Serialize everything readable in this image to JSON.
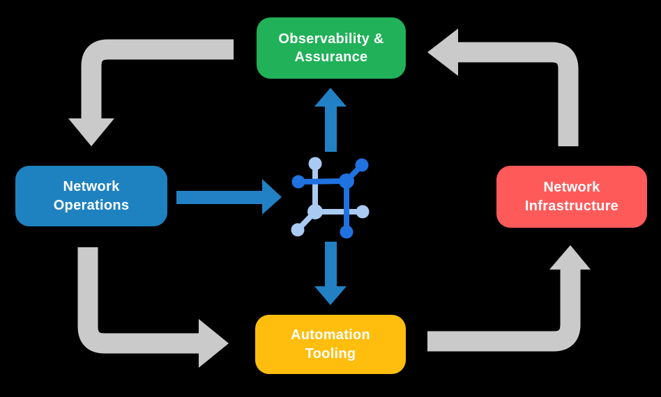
{
  "title": "Network automation lifecycle diagram",
  "colors": {
    "background": "#000000",
    "text": "#FFFFFF",
    "arrow_gray": "#CACACA",
    "arrow_blue": "#2181C4",
    "icon_dark_blue": "#1F72E0",
    "icon_light_blue": "#A9CAF2"
  },
  "nodes": {
    "observability": {
      "label": "Observability & Assurance",
      "color": "#21B158"
    },
    "operations": {
      "label": "Network Operations",
      "color": "#1F82C0"
    },
    "infrastructure": {
      "label": "Network Infrastructure",
      "color": "#FF5A5A"
    },
    "automation": {
      "label": "Automation Tooling",
      "color": "#FFBE0D"
    }
  },
  "center_icon": "network-mesh-icon",
  "flows": [
    {
      "from": "Observability & Assurance",
      "to": "Network Operations",
      "style": "gray-elbow"
    },
    {
      "from": "Network Operations",
      "to": "Automation Tooling",
      "style": "gray-elbow"
    },
    {
      "from": "Automation Tooling",
      "to": "Network Infrastructure",
      "style": "gray-elbow"
    },
    {
      "from": "Network Infrastructure",
      "to": "Observability & Assurance",
      "style": "gray-elbow"
    },
    {
      "from": "Network Operations",
      "to": "center-icon",
      "style": "blue-straight"
    },
    {
      "from": "center-icon",
      "to": "Observability & Assurance",
      "style": "blue-straight"
    },
    {
      "from": "center-icon",
      "to": "Automation Tooling",
      "style": "blue-straight"
    }
  ]
}
